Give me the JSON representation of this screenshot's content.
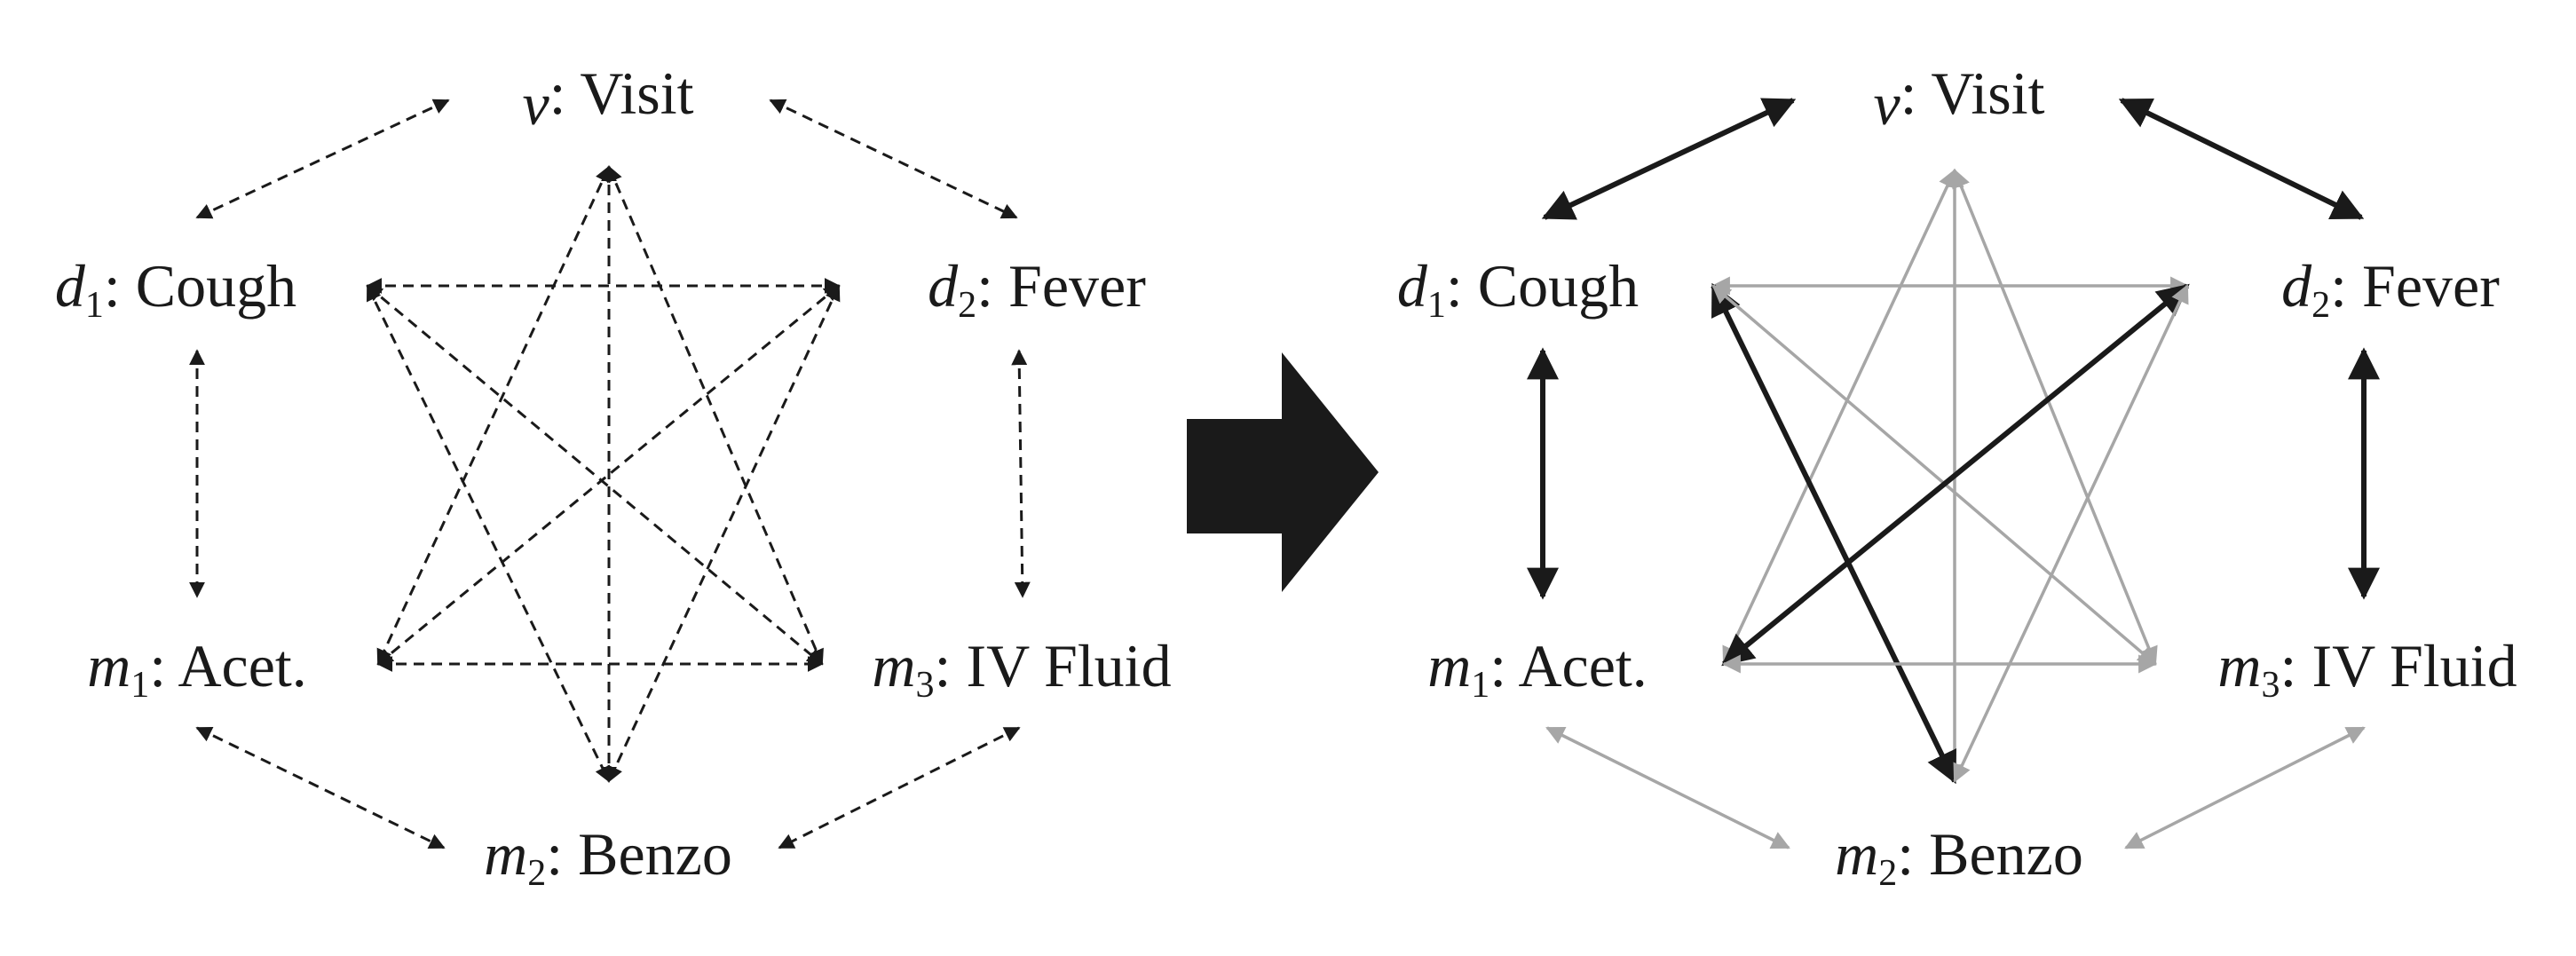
{
  "colors": {
    "dark": "#1a1a1a",
    "light": "#a6a6a6",
    "background": "#ffffff"
  },
  "panels": [
    {
      "id": "left",
      "style": "dashed",
      "nodes": [
        {
          "key": "v",
          "sym": "v",
          "sub": "",
          "name": "Visit"
        },
        {
          "key": "d1",
          "sym": "d",
          "sub": "1",
          "name": "Cough"
        },
        {
          "key": "d2",
          "sym": "d",
          "sub": "2",
          "name": "Fever"
        },
        {
          "key": "m1",
          "sym": "m",
          "sub": "1",
          "name": "Acet."
        },
        {
          "key": "m3",
          "sym": "m",
          "sub": "3",
          "name": "IV Fluid"
        },
        {
          "key": "m2",
          "sym": "m",
          "sub": "2",
          "name": "Benzo"
        }
      ],
      "edges": [
        {
          "from": "v",
          "to": "d1",
          "tone": "dark",
          "arrows": "both"
        },
        {
          "from": "v",
          "to": "d2",
          "tone": "dark",
          "arrows": "both"
        },
        {
          "from": "d1",
          "to": "m1",
          "tone": "dark",
          "arrows": "both"
        },
        {
          "from": "d2",
          "to": "m3",
          "tone": "dark",
          "arrows": "both"
        },
        {
          "from": "m1",
          "to": "m2",
          "tone": "dark",
          "arrows": "both"
        },
        {
          "from": "m3",
          "to": "m2",
          "tone": "dark",
          "arrows": "both"
        },
        {
          "from": "v",
          "to": "m2",
          "tone": "dark",
          "arrows": "both"
        },
        {
          "from": "v",
          "to": "m1",
          "tone": "dark",
          "arrows": "both"
        },
        {
          "from": "v",
          "to": "m3",
          "tone": "dark",
          "arrows": "both"
        },
        {
          "from": "d1",
          "to": "d2",
          "tone": "dark",
          "arrows": "both"
        },
        {
          "from": "d1",
          "to": "m2",
          "tone": "dark",
          "arrows": "both"
        },
        {
          "from": "d1",
          "to": "m3",
          "tone": "dark",
          "arrows": "both"
        },
        {
          "from": "d2",
          "to": "m1",
          "tone": "dark",
          "arrows": "both"
        },
        {
          "from": "d2",
          "to": "m2",
          "tone": "dark",
          "arrows": "both"
        },
        {
          "from": "m1",
          "to": "m3",
          "tone": "dark",
          "arrows": "both"
        }
      ]
    },
    {
      "id": "right",
      "style": "solid",
      "nodes": [
        {
          "key": "v",
          "sym": "v",
          "sub": "",
          "name": "Visit"
        },
        {
          "key": "d1",
          "sym": "d",
          "sub": "1",
          "name": "Cough"
        },
        {
          "key": "d2",
          "sym": "d",
          "sub": "2",
          "name": "Fever"
        },
        {
          "key": "m1",
          "sym": "m",
          "sub": "1",
          "name": "Acet."
        },
        {
          "key": "m3",
          "sym": "m",
          "sub": "3",
          "name": "IV Fluid"
        },
        {
          "key": "m2",
          "sym": "m",
          "sub": "2",
          "name": "Benzo"
        }
      ],
      "edges": [
        {
          "from": "v",
          "to": "d1",
          "tone": "dark",
          "arrows": "both"
        },
        {
          "from": "v",
          "to": "d2",
          "tone": "dark",
          "arrows": "both"
        },
        {
          "from": "d1",
          "to": "m1",
          "tone": "dark",
          "arrows": "both"
        },
        {
          "from": "d2",
          "to": "m3",
          "tone": "dark",
          "arrows": "both"
        },
        {
          "from": "m1",
          "to": "m2",
          "tone": "light",
          "arrows": "both"
        },
        {
          "from": "m3",
          "to": "m2",
          "tone": "light",
          "arrows": "both"
        },
        {
          "from": "v",
          "to": "m2",
          "tone": "light",
          "arrows": "both"
        },
        {
          "from": "v",
          "to": "m1",
          "tone": "light",
          "arrows": "both"
        },
        {
          "from": "v",
          "to": "m3",
          "tone": "light",
          "arrows": "both"
        },
        {
          "from": "d1",
          "to": "d2",
          "tone": "light",
          "arrows": "both"
        },
        {
          "from": "d1",
          "to": "m2",
          "tone": "dark",
          "arrows": "both"
        },
        {
          "from": "d1",
          "to": "m3",
          "tone": "light",
          "arrows": "both"
        },
        {
          "from": "d2",
          "to": "m1",
          "tone": "dark",
          "arrows": "both"
        },
        {
          "from": "d2",
          "to": "m2",
          "tone": "light",
          "arrows": "both"
        },
        {
          "from": "m1",
          "to": "m3",
          "tone": "light",
          "arrows": "both"
        }
      ]
    }
  ],
  "transition_icon": "right-block-arrow-icon"
}
